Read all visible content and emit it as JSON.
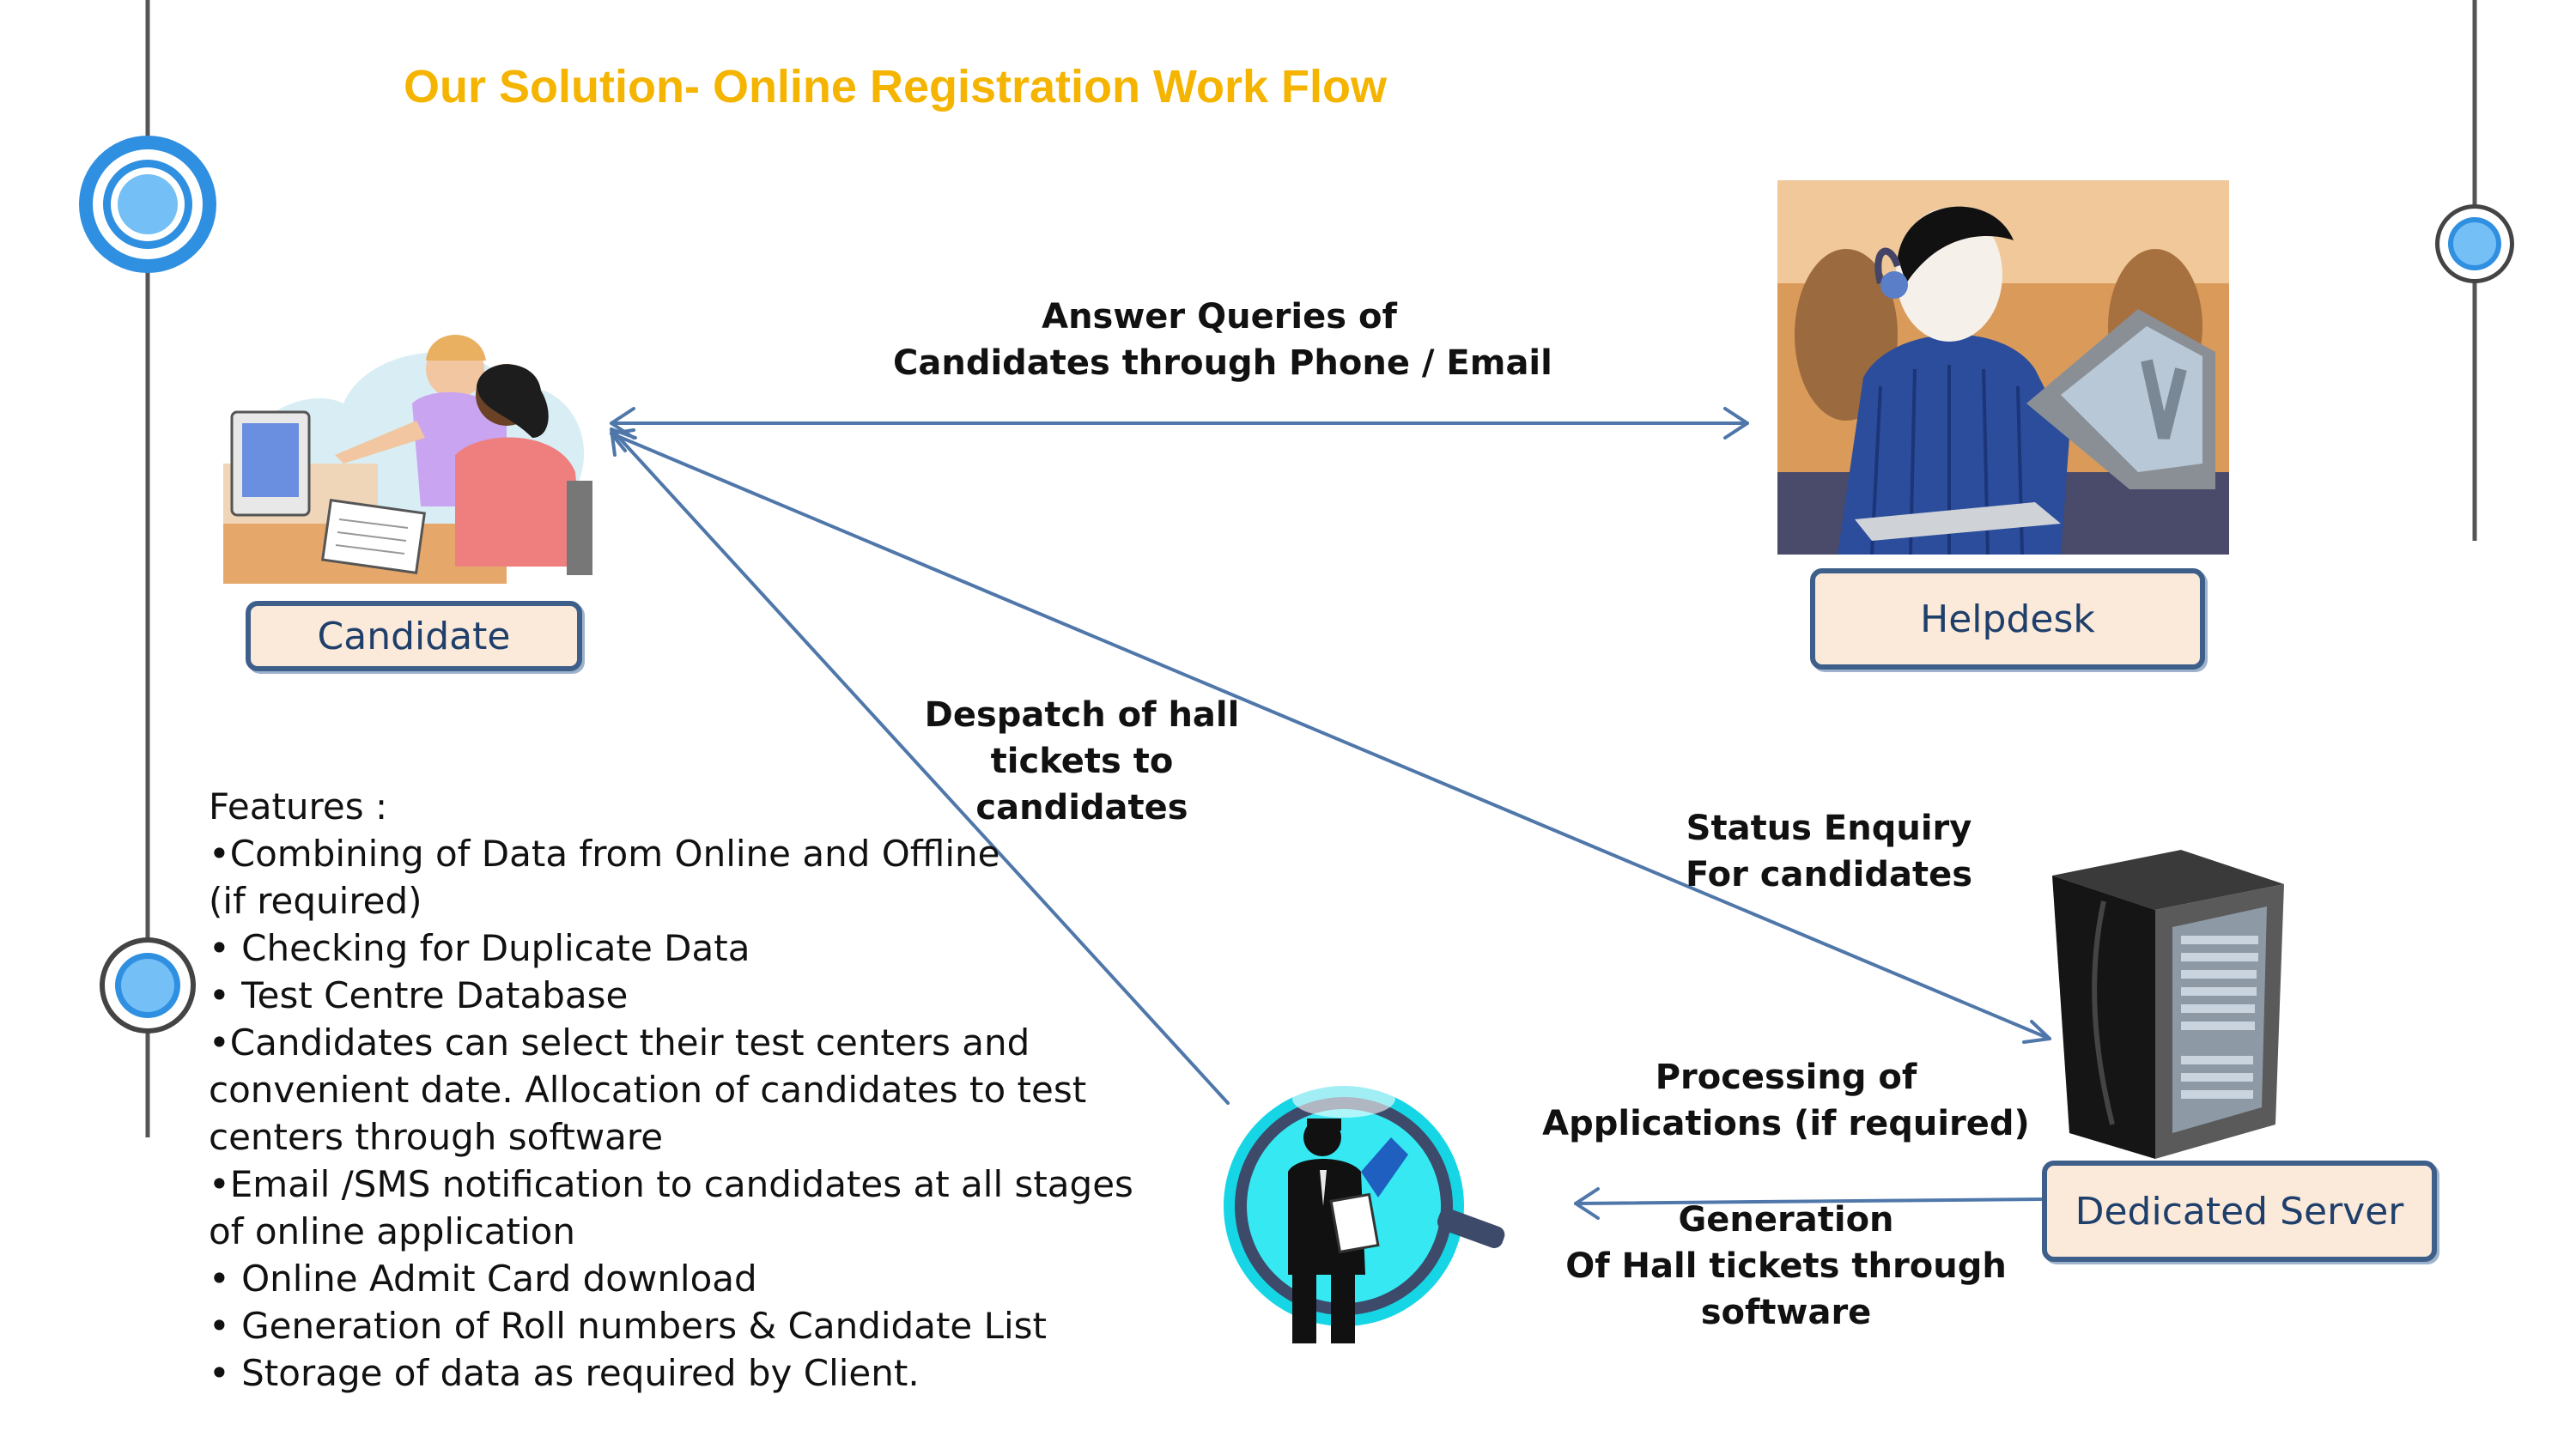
{
  "title": "Our Solution- Online Registration Work Flow",
  "nodes": {
    "candidate": "Candidate",
    "helpdesk": "Helpdesk",
    "server": "Dedicated Server"
  },
  "edges": {
    "answer_queries": [
      "Answer Queries of",
      "Candidates through Phone / Email"
    ],
    "despatch": [
      "Despatch of hall",
      "tickets to",
      "candidates"
    ],
    "status_enquiry": [
      "Status Enquiry",
      "For candidates"
    ],
    "processing": [
      "Processing of",
      "Applications (if required)"
    ],
    "generation": [
      "Generation",
      "Of Hall tickets through",
      "software"
    ]
  },
  "features": [
    "Features :",
    "•Combining of Data from Online and Offline",
    "(if required)",
    "• Checking for Duplicate Data",
    "• Test Centre Database",
    "•Candidates can select their test centers and",
    "convenient date. Allocation of candidates to test",
    "centers through software",
    "•Email /SMS notification to candidates at all stages",
    "of online application",
    "• Online Admit Card download",
    "• Generation of Roll numbers & Candidate List",
    "• Storage of data as required by Client."
  ],
  "colors": {
    "title": "#f4b400",
    "arrow": "#4f77aa",
    "box_fill": "#fbe9da",
    "box_border": "#3d5f8a",
    "ring": "#2f8fe0",
    "ring_inner": "#74bff5"
  },
  "icons": [
    "candidate-clipart-icon",
    "helpdesk-operator-icon",
    "server-tower-icon",
    "magnifier-inspector-icon"
  ]
}
